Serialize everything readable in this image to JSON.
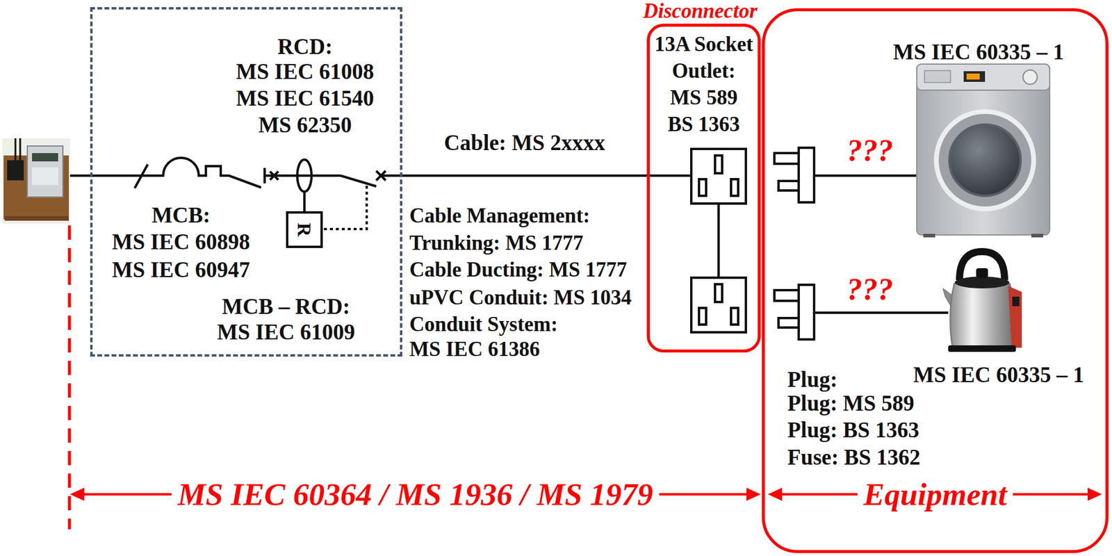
{
  "diagram": {
    "nodes": [
      {
        "text": [
          "RCD:",
          "MS IEC 61008",
          "MS IEC 61540",
          "MS 62350",
          "MCB:",
          "MS IEC 60898",
          "MS IEC 60947",
          "MCB – RCD:",
          "MS IEC 61009"
        ]
      },
      {
        "text": [
          "R"
        ],
        "in": 0
      },
      {
        "text": [
          "Disconnector",
          "13A Socket Outlet:",
          "MS 589",
          "BS 1363"
        ]
      },
      {
        "text": [
          "MS IEC 60335 – 1",
          "???",
          "???",
          "Plug:",
          "MS IEC 60335 – 1",
          "Plug: MS 589",
          "Plug: BS 1363",
          "Fuse: BS 1362",
          "Equipment"
        ]
      }
    ],
    "edges": [
      {
        "from": 0,
        "to": 2,
        "arrow": "none",
        "label": "Cable: MS 2xxxx"
      }
    ],
    "labels": [
      "Cable Management:",
      "Trunking: MS 1777",
      "Cable Ducting: MS 1777",
      "uPVC Conduit: MS 1034",
      "Conduit System: MS IEC 61386",
      "MS IEC 60364 / MS 1936 / MS 1979"
    ]
  }
}
